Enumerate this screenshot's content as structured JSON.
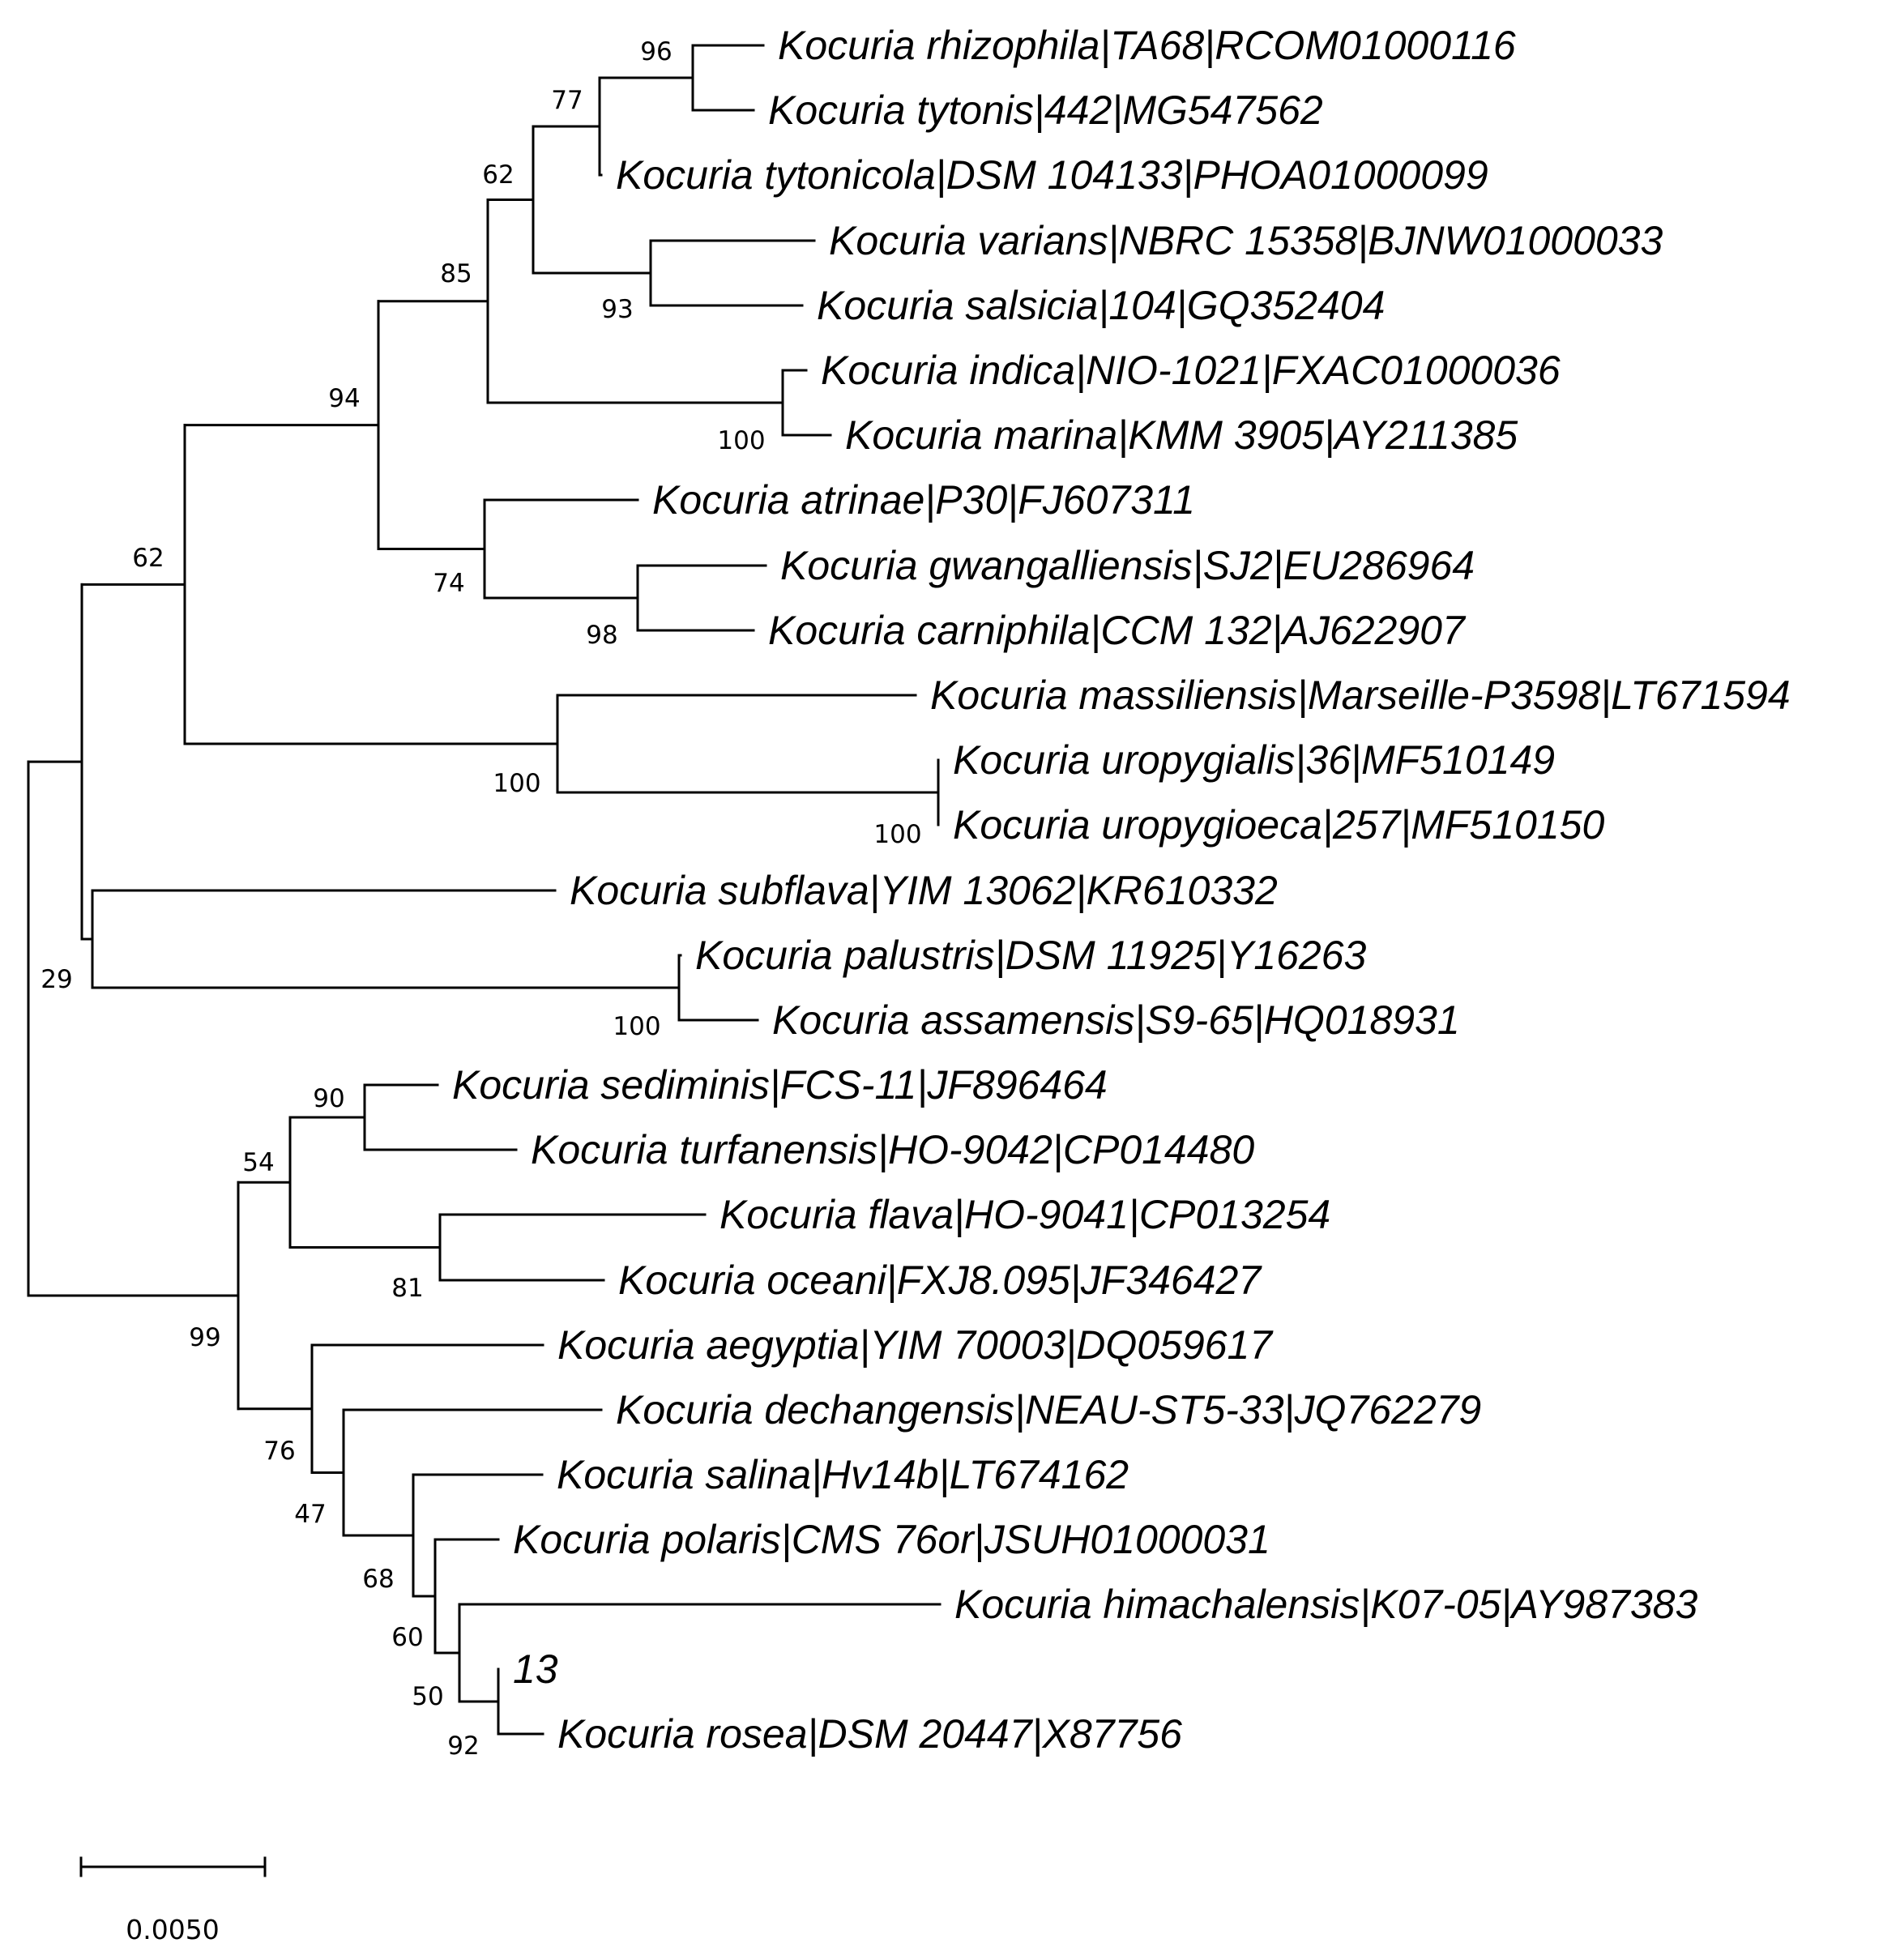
{
  "taxa": [
    {
      "id": "t1",
      "label": "Kocuria rhizophila|TA68|RCOM01000116"
    },
    {
      "id": "t2",
      "label": "Kocuria tytonis|442|MG547562"
    },
    {
      "id": "t3",
      "label": "Kocuria tytonicola|DSM 104133|PHOA01000099"
    },
    {
      "id": "t4",
      "label": "Kocuria varians|NBRC 15358|BJNW01000033"
    },
    {
      "id": "t5",
      "label": "Kocuria salsicia|104|GQ352404"
    },
    {
      "id": "t6",
      "label": "Kocuria indica|NIO-1021|FXAC01000036"
    },
    {
      "id": "t7",
      "label": "Kocuria marina|KMM 3905|AY211385"
    },
    {
      "id": "t8",
      "label": "Kocuria atrinae|P30|FJ607311"
    },
    {
      "id": "t9",
      "label": "Kocuria gwangalliensis|SJ2|EU286964"
    },
    {
      "id": "t10",
      "label": "Kocuria carniphila|CCM 132|AJ622907"
    },
    {
      "id": "t11",
      "label": "Kocuria massiliensis|Marseille-P3598|LT671594"
    },
    {
      "id": "t12",
      "label": "Kocuria uropygialis|36|MF510149"
    },
    {
      "id": "t13",
      "label": "Kocuria uropygioeca|257|MF510150"
    },
    {
      "id": "t14",
      "label": "Kocuria subflava|YIM 13062|KR610332"
    },
    {
      "id": "t15",
      "label": "Kocuria palustris|DSM 11925|Y16263"
    },
    {
      "id": "t16",
      "label": "Kocuria assamensis|S9-65|HQ018931"
    },
    {
      "id": "t17",
      "label": "Kocuria sediminis|FCS-11|JF896464"
    },
    {
      "id": "t18",
      "label": "Kocuria turfanensis|HO-9042|CP014480"
    },
    {
      "id": "t19",
      "label": "Kocuria flava|HO-9041|CP013254"
    },
    {
      "id": "t20",
      "label": "Kocuria oceani|FXJ8.095|JF346427"
    },
    {
      "id": "t21",
      "label": "Kocuria aegyptia|YIM 70003|DQ059617"
    },
    {
      "id": "t22",
      "label": "Kocuria dechangensis|NEAU-ST5-33|JQ762279"
    },
    {
      "id": "t23",
      "label": "Kocuria salina|Hv14b|LT674162"
    },
    {
      "id": "t24",
      "label": "Kocuria polaris|CMS 76or|JSUH01000031"
    },
    {
      "id": "t25",
      "label": "Kocuria himachalensis|K07-05|AY987383"
    },
    {
      "id": "t26",
      "label": "13"
    },
    {
      "id": "t27",
      "label": "Kocuria rosea|DSM 20447|X87756"
    }
  ],
  "bootstrap_support": {
    "n_rhiz_tyt": "96",
    "n_rhiz_tyt_tyc": "77",
    "n_var_sal": "93",
    "n_tyto_var": "62",
    "n_ind_mar": "100",
    "n_upper": "85",
    "n_gwa_car": "98",
    "n_atr": "74",
    "n_94": "94",
    "n_uro": "100",
    "n_mas_uro": "100",
    "n_62a": "62",
    "n_pal_ass": "100",
    "n_29": "29",
    "n_sed_tur": "90",
    "n_fla_oce": "81",
    "n_54": "54",
    "n_13_rosea": "92",
    "n_50": "50",
    "n_60": "60",
    "n_68": "68",
    "n_47": "47",
    "n_76": "76",
    "n_99": "99"
  },
  "scale_bar": {
    "value": 0.005,
    "label": "0.0050"
  }
}
